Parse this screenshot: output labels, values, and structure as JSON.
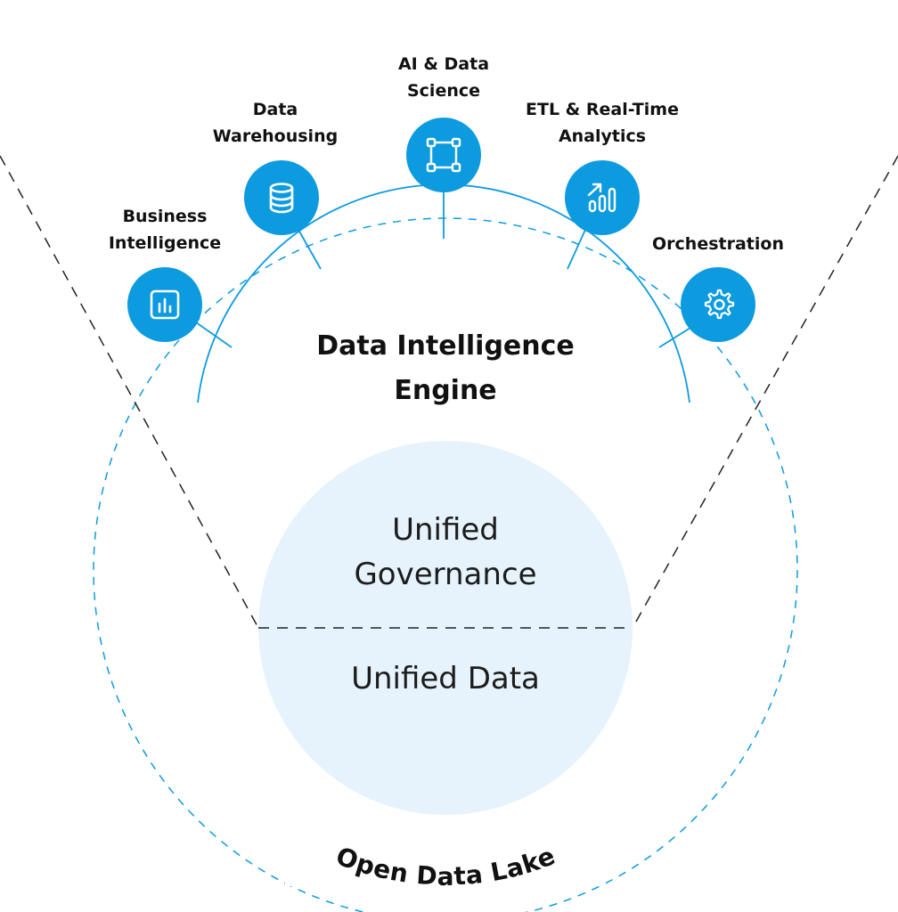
{
  "diagram": {
    "engine": {
      "line1": "Data Intelligence",
      "line2": "Engine"
    },
    "capabilities": [
      {
        "line1": "Business",
        "line2": "Intelligence",
        "icon": "bar-chart-icon"
      },
      {
        "line1": "Data",
        "line2": "Warehousing",
        "icon": "database-icon"
      },
      {
        "line1": "AI & Data",
        "line2": "Science",
        "icon": "nodes-square-icon"
      },
      {
        "line1": "ETL & Real-Time",
        "line2": "Analytics",
        "icon": "trend-bars-icon"
      },
      {
        "line1": "Orchestration",
        "line2": "",
        "icon": "gear-icon"
      }
    ],
    "core": {
      "governance": {
        "line1": "Unified",
        "line2": "Governance"
      },
      "data": "Unified Data"
    },
    "lake": "Open Data Lake",
    "colors": {
      "accent": "#0d9be0",
      "core_fill": "#e6f3fc",
      "text": "#111111",
      "dash": "#222222"
    }
  }
}
